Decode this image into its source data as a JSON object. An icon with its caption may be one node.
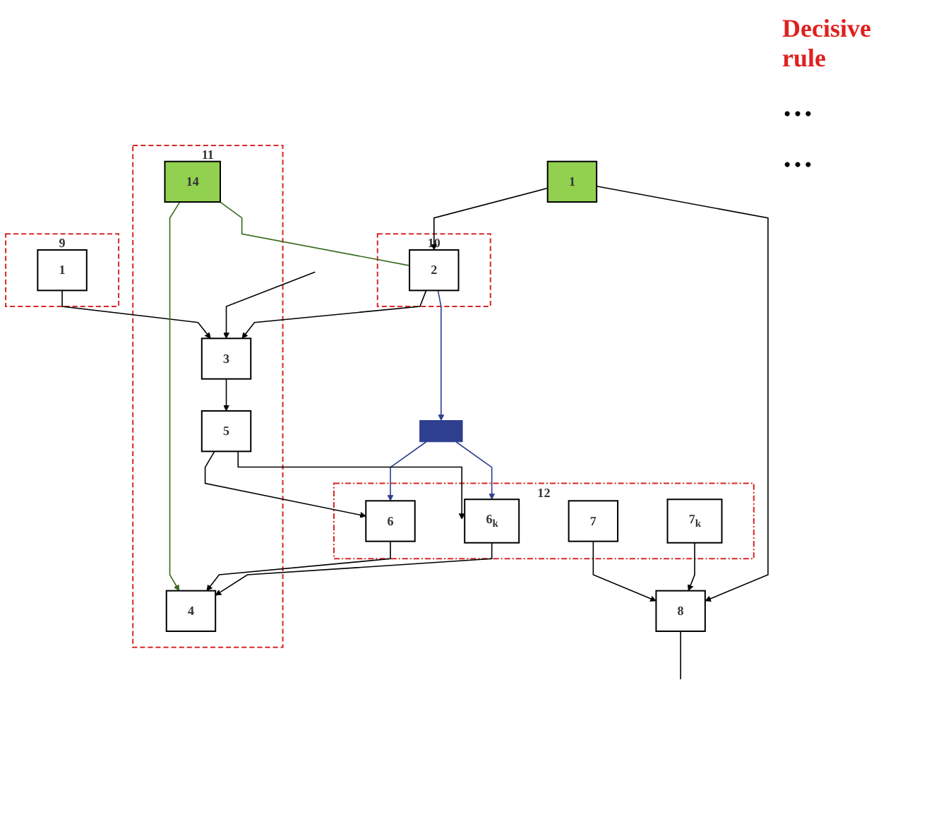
{
  "diagram": {
    "nodes": [
      {
        "text": [
          "9"
        ]
      },
      {
        "text": [
          "1"
        ],
        "in": 0
      },
      {
        "text": [],
        "shape": "bar"
      },
      {
        "text": [
          "10"
        ]
      },
      {
        "text": [
          "2"
        ],
        "in": 3
      },
      {
        "text": [
          "11"
        ]
      },
      {
        "text": [
          "14"
        ],
        "in": 5
      },
      {
        "text": [
          "3"
        ],
        "in": 5
      },
      {
        "text": [
          "4"
        ],
        "in": 5
      },
      {
        "text": [
          "5"
        ],
        "in": 5
      },
      {
        "text": [
          "1"
        ]
      },
      {
        "text": [
          "12"
        ]
      },
      {
        "text": [
          "6"
        ],
        "in": 11
      },
      {
        "text": [
          "6$_{k}$"
        ],
        "in": 11
      },
      {
        "text": [
          "7"
        ],
        "in": 11
      },
      {
        "text": [
          "7$_{k}$"
        ],
        "in": 11
      },
      {
        "text": [
          "8"
        ]
      }
    ],
    "edges": [
      {
        "from": 1,
        "to": 7,
        "arrow": "to"
      },
      {
        "from": null,
        "to": 7,
        "arrow": "to"
      },
      {
        "from": 4,
        "to": 2,
        "arrow": "to",
        "color": "#2e3f8f"
      },
      {
        "from": 2,
        "to": 13,
        "arrow": "to",
        "color": "#2e3f8f"
      },
      {
        "from": 2,
        "to": 12,
        "arrow": "to",
        "color": "#2e3f8f"
      },
      {
        "from": 6,
        "to": 4,
        "arrow": "none",
        "color": "#3a6a1e"
      },
      {
        "from": 6,
        "to": 8,
        "arrow": "to",
        "color": "#3a6a1e"
      },
      {
        "from": 10,
        "to": 4,
        "arrow": "to"
      },
      {
        "from": 4,
        "to": 7,
        "arrow": "to"
      },
      {
        "from": 7,
        "to": 9,
        "arrow": "to"
      },
      {
        "from": 9,
        "to": 12,
        "arrow": "to"
      },
      {
        "from": 9,
        "to": 13,
        "arrow": "to"
      },
      {
        "from": 12,
        "to": 8,
        "arrow": "to"
      },
      {
        "from": 13,
        "to": 8,
        "arrow": "to"
      },
      {
        "from": 14,
        "to": 16,
        "arrow": "to"
      },
      {
        "from": 15,
        "to": 16,
        "arrow": "to"
      },
      {
        "from": 10,
        "to": 16,
        "arrow": "to"
      },
      {
        "from": 16,
        "to": null,
        "arrow": "none"
      }
    ],
    "labels": [
      "Decisive rule",
      "…",
      "…"
    ]
  }
}
